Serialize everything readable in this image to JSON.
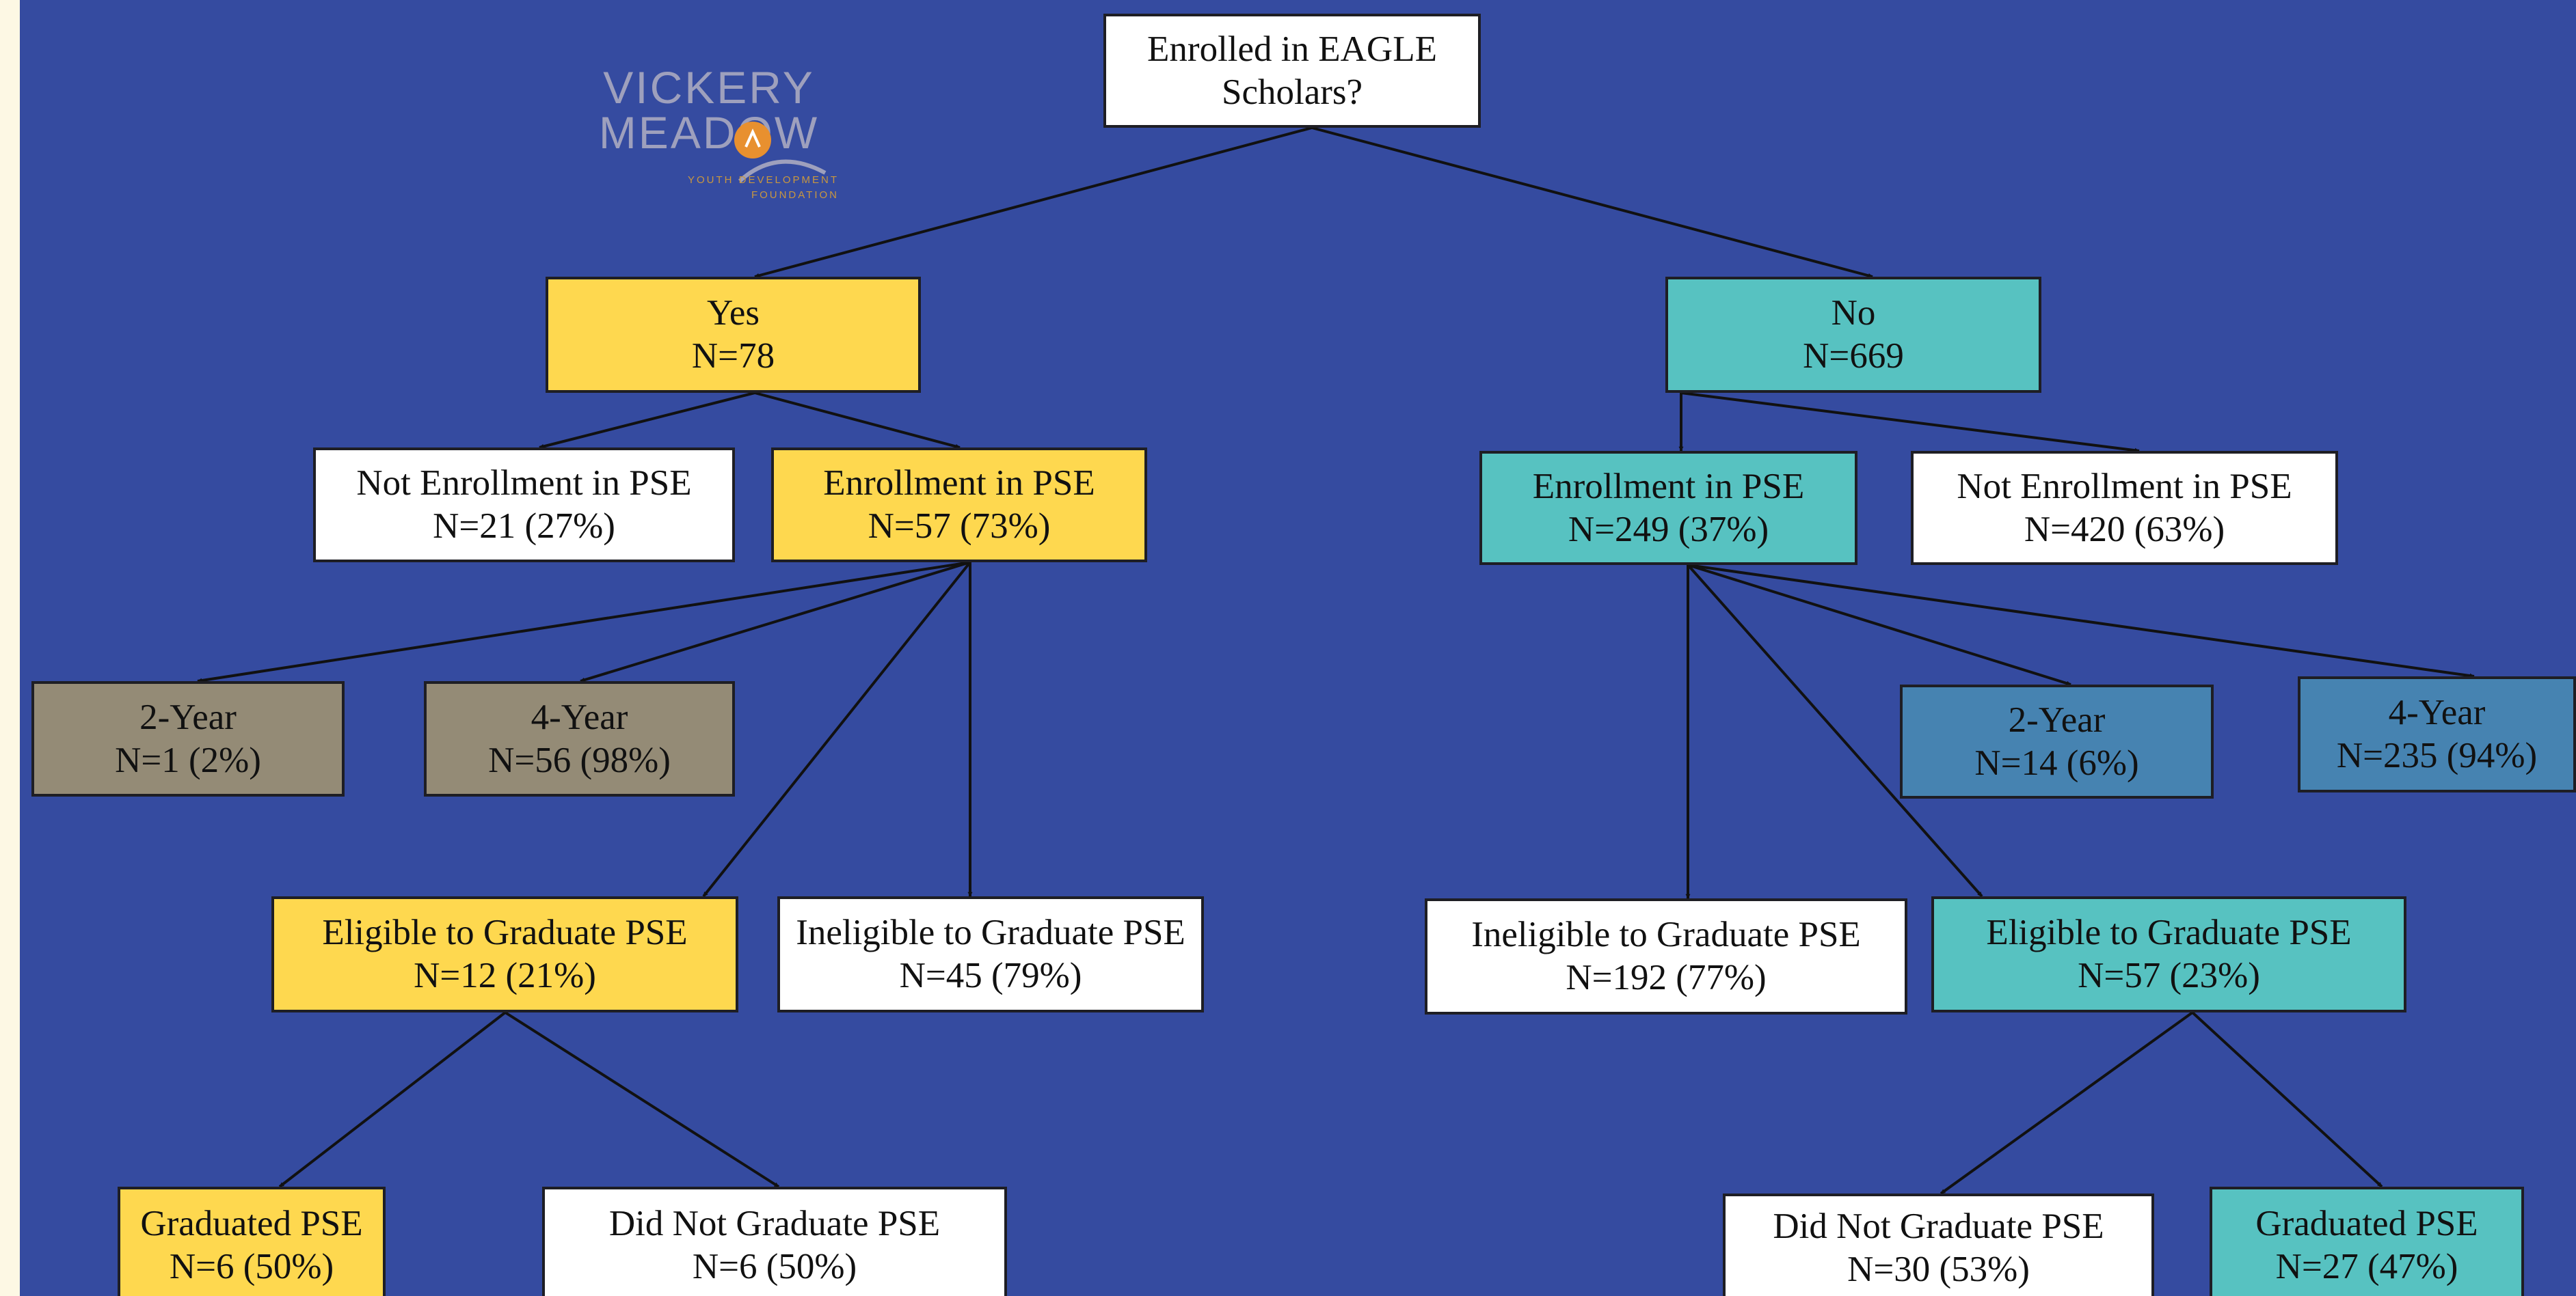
{
  "logo": {
    "line1": "VICKERY",
    "line2": "MEADOW",
    "line3": "YOUTH DEVELOPMENT",
    "line4": "FOUNDATION"
  },
  "nodes": {
    "root": {
      "line1": "Enrolled in EAGLE",
      "line2": "Scholars?"
    },
    "yes": {
      "line1": "Yes",
      "line2": "N=78"
    },
    "no": {
      "line1": "No",
      "line2": "N=669"
    },
    "yes_not_enr": {
      "line1": "Not Enrollment in PSE",
      "line2": "N=21 (27%)"
    },
    "yes_enr": {
      "line1": "Enrollment in PSE",
      "line2": "N=57 (73%)"
    },
    "no_enr": {
      "line1": "Enrollment in PSE",
      "line2": "N=249 (37%)"
    },
    "no_not_enr": {
      "line1": "Not Enrollment in PSE",
      "line2": "N=420 (63%)"
    },
    "yes_2yr": {
      "line1": "2-Year",
      "line2": "N=1 (2%)"
    },
    "yes_4yr": {
      "line1": "4-Year",
      "line2": "N=56 (98%)"
    },
    "no_2yr": {
      "line1": "2-Year",
      "line2": "N=14 (6%)"
    },
    "no_4yr": {
      "line1": "4-Year",
      "line2": "N=235 (94%)"
    },
    "yes_elig": {
      "line1": "Eligible to Graduate PSE",
      "line2": "N=12 (21%)"
    },
    "yes_inelig": {
      "line1": "Ineligible to Graduate PSE",
      "line2": "N=45 (79%)"
    },
    "no_inelig": {
      "line1": "Ineligible to Graduate PSE",
      "line2": "N=192 (77%)"
    },
    "no_elig": {
      "line1": "Eligible to Graduate PSE",
      "line2": "N=57 (23%)"
    },
    "yes_grad": {
      "line1": "Graduated PSE",
      "line2": "N=6 (50%)"
    },
    "yes_notgrad": {
      "line1": "Did Not Graduate PSE",
      "line2": "N=6 (50%)"
    },
    "no_notgrad": {
      "line1": "Did Not Graduate PSE",
      "line2": "N=30 (53%)"
    },
    "no_grad": {
      "line1": "Graduated PSE",
      "line2": "N=27 (47%)"
    }
  },
  "colors": {
    "background": "#354ba0",
    "eagle_yes": "#fed84f",
    "eagle_no": "#57c2c1",
    "yes_level": "#948b76",
    "no_level": "#4683b1",
    "neutral": "#ffffff"
  }
}
